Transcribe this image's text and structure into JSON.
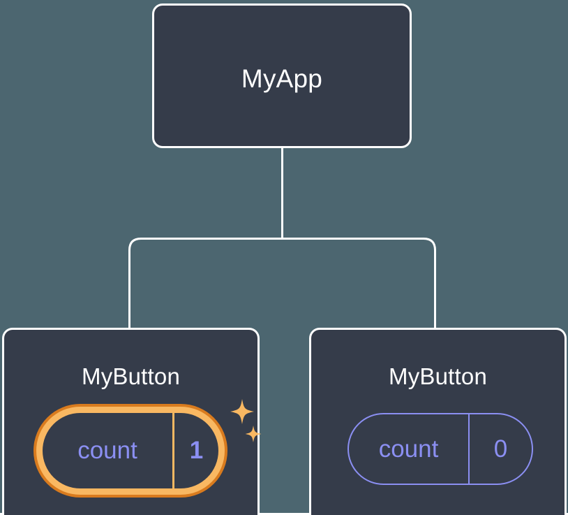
{
  "diagram": {
    "type": "component-tree",
    "background_color": "#4C6670",
    "node_fill_color": "#353C4A",
    "node_border_color": "#FFFFFF",
    "connector_color": "#FFFFFF",
    "accent_purple": "#8B8FF2",
    "accent_orange_light": "#F9B862",
    "accent_orange_dark": "#D97B1E",
    "root": {
      "label": "MyApp"
    },
    "children": [
      {
        "label": "MyButton",
        "state": {
          "key": "count",
          "value": "1"
        },
        "highlighted": true,
        "sparkle_icons": [
          "sparkle-large-icon",
          "sparkle-small-icon"
        ]
      },
      {
        "label": "MyButton",
        "state": {
          "key": "count",
          "value": "0"
        },
        "highlighted": false,
        "sparkle_icons": []
      }
    ]
  }
}
